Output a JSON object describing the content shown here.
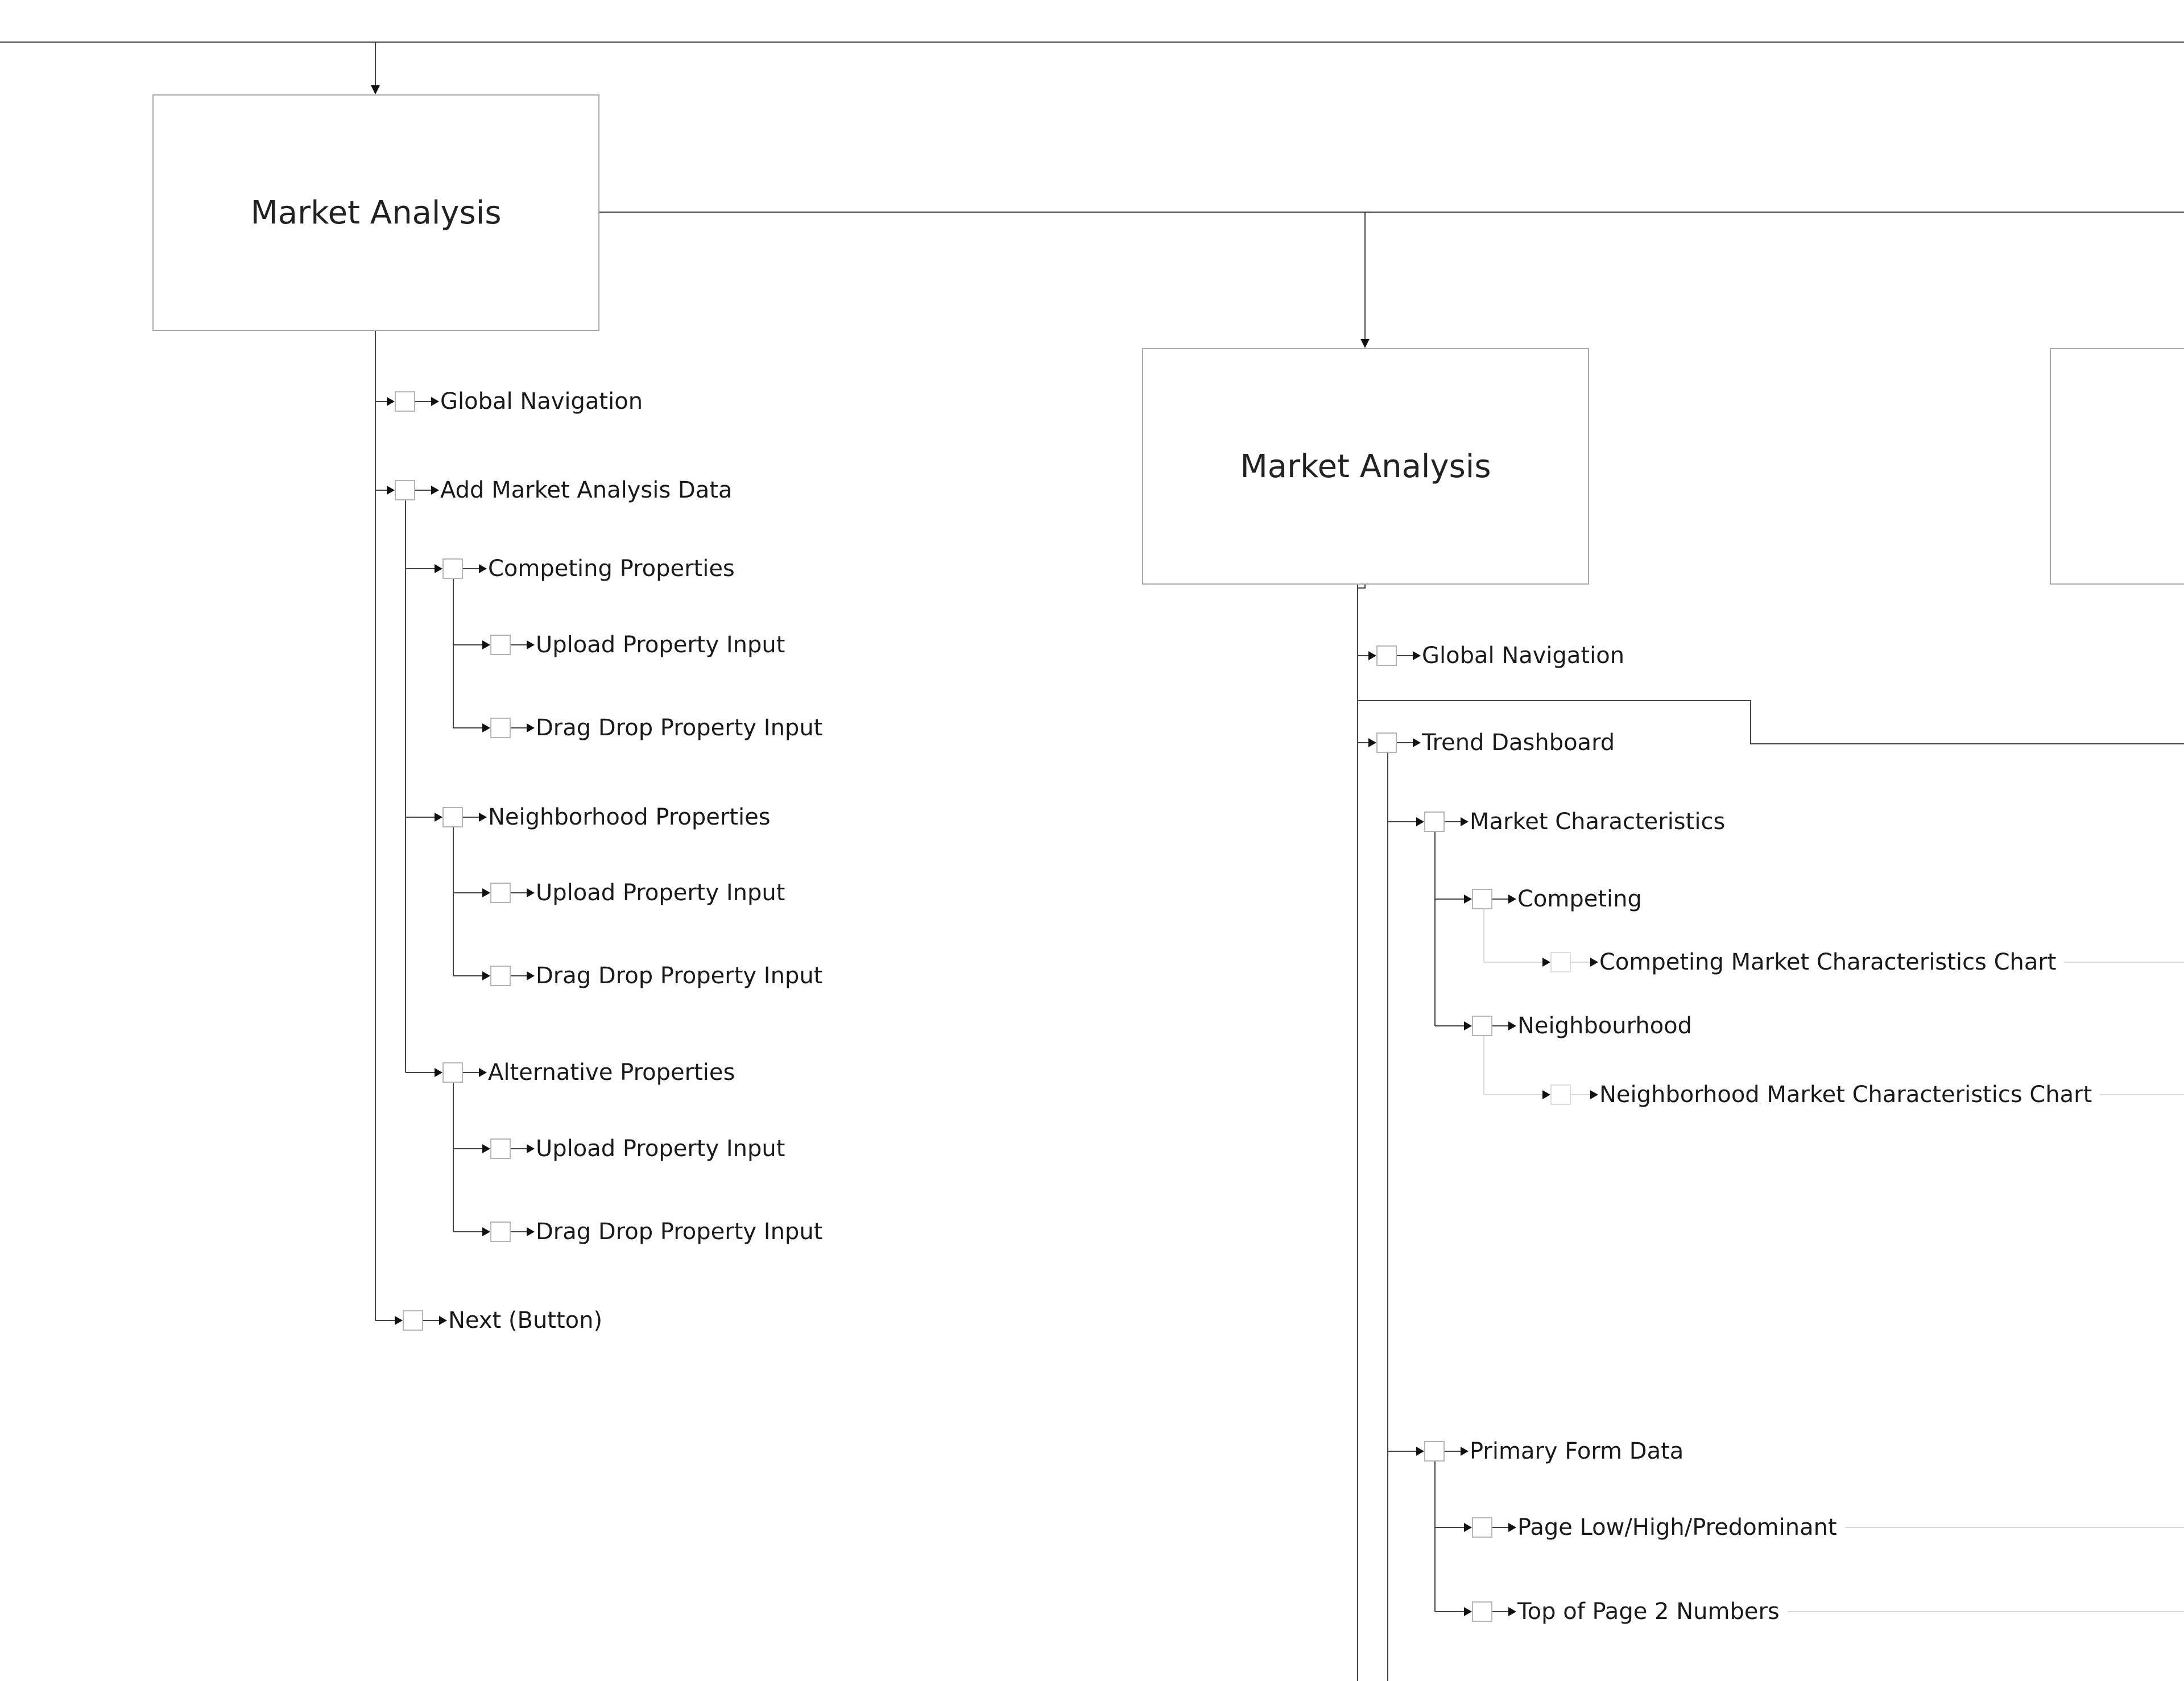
{
  "colors": {
    "background": "#ffffff",
    "connector": "#444444",
    "faint_connector": "#d9d9d9",
    "box_border": "#a9a9a9",
    "text": "#1a1a1a"
  },
  "pages": [
    {
      "id": "p1",
      "title": "Market Analysis"
    },
    {
      "id": "p2",
      "title": "Market Analysis"
    },
    {
      "id": "p3",
      "title": ""
    }
  ],
  "tree_left": [
    {
      "label": "Global Navigation"
    },
    {
      "label": "Add Market Analysis Data",
      "children": [
        {
          "label": "Competing Properties",
          "children": [
            {
              "label": "Upload Property Input"
            },
            {
              "label": "Drag Drop Property Input"
            }
          ]
        },
        {
          "label": "Neighborhood Properties",
          "children": [
            {
              "label": "Upload Property Input"
            },
            {
              "label": "Drag Drop Property Input"
            }
          ]
        },
        {
          "label": "Alternative Properties",
          "children": [
            {
              "label": "Upload Property Input"
            },
            {
              "label": "Drag Drop Property Input"
            }
          ]
        }
      ]
    },
    {
      "label": "Next (Button)"
    }
  ],
  "tree_right": [
    {
      "label": "Global Navigation"
    },
    {
      "label": "Trend Dashboard",
      "children": [
        {
          "label": "Market Characteristics",
          "children": [
            {
              "label": "Competing",
              "children": [
                {
                  "label": "Competing Market Characteristics Chart"
                }
              ]
            },
            {
              "label": "Neighbourhood",
              "children": [
                {
                  "label": "Neighborhood Market Characteristics Chart"
                }
              ]
            }
          ]
        },
        {
          "label": "Primary Form Data",
          "children": [
            {
              "label": "Page Low/High/Predominant"
            },
            {
              "label": "Top of Page 2 Numbers"
            }
          ]
        }
      ]
    }
  ]
}
